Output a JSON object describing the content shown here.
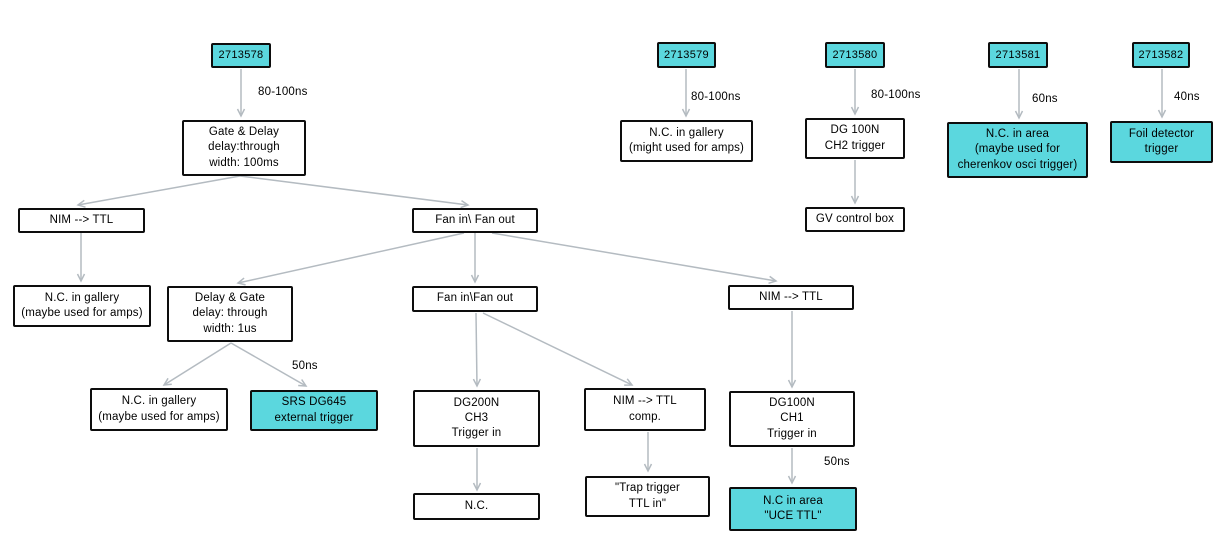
{
  "diagram": {
    "colors": {
      "highlight_cyan": "#5bd7de",
      "arrow_gray": "#b4bbc1",
      "node_border": "#0d0d0d",
      "node_background": "#ffffff",
      "text": "#000000"
    },
    "nodes": {
      "id_2713578": "2713578",
      "id_2713579": "2713579",
      "id_2713580": "2713580",
      "id_2713581": "2713581",
      "id_2713582": "2713582",
      "gate_delay": "Gate & Delay\ndelay:through\nwidth: 100ms",
      "nim_ttl_left": "NIM --> TTL",
      "fan_in_out_1": "Fan in\\ Fan out",
      "nc_gallery_maybe_1": "N.C. in gallery\n(maybe used for amps)",
      "delay_gate": "Delay & Gate\ndelay: through\nwidth: 1us",
      "fan_in_out_2": "Fan in\\Fan out",
      "nim_ttl_right": "NIM --> TTL",
      "nc_gallery_maybe_2": "N.C. in gallery\n(maybe used for amps)",
      "srs_dg645": "SRS DG645\nexternal trigger",
      "dg200n_ch3": "DG200N\nCH3\nTrigger in",
      "nim_ttl_comp": "NIM --> TTL\ncomp.",
      "dg100n_ch1": "DG100N\nCH1\nTrigger in",
      "nc": "N.C.",
      "trap_trigger": "\"Trap trigger\nTTL in\"",
      "nc_area_uce": "N.C in area\n\"UCE TTL\"",
      "nc_gallery_might": "N.C. in gallery\n(might used for amps)",
      "dg100n_ch2": "DG 100N\nCH2 trigger",
      "gv_control_box": "GV control box",
      "nc_area_cherenkov": "N.C. in area\n(maybe used for\ncherenkov osci trigger)",
      "foil_detector": "Foil detector\ntrigger"
    },
    "edge_labels": {
      "delay_578": "80-100ns",
      "delay_579": "80-100ns",
      "delay_580": "80-100ns",
      "delay_581": "60ns",
      "delay_582": "40ns",
      "delay_srs": "50ns",
      "delay_uce": "50ns"
    }
  }
}
